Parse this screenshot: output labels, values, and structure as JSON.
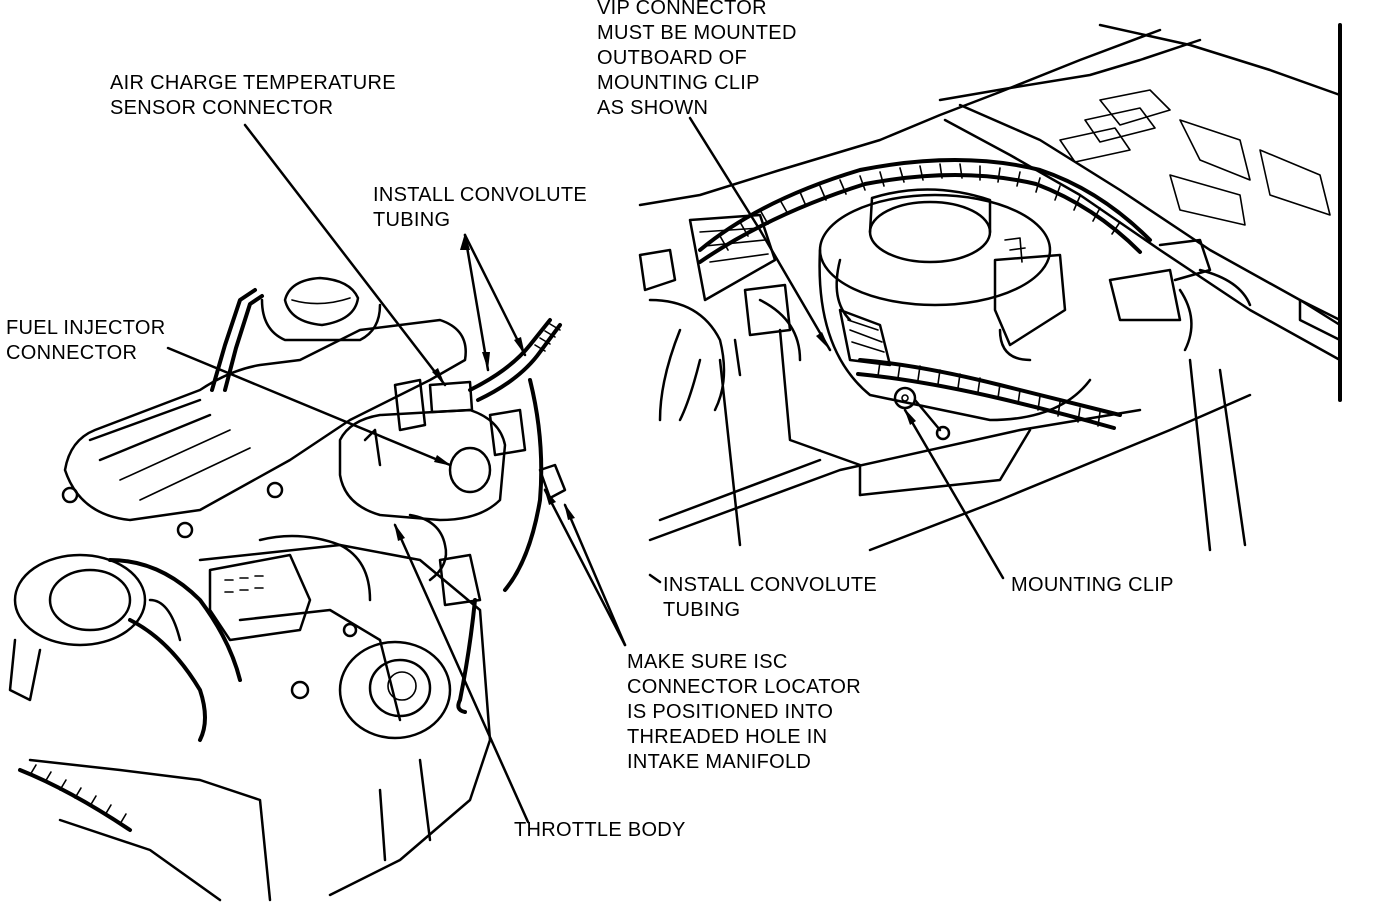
{
  "labels": {
    "vip_connector": "VIP CONNECTOR\nMUST BE MOUNTED\nOUTBOARD OF\nMOUNTING CLIP\nAS SHOWN",
    "air_charge": "AIR CHARGE TEMPERATURE\nSENSOR CONNECTOR",
    "install_convolute_top": "INSTALL CONVOLUTE\nTUBING",
    "fuel_injector": "FUEL INJECTOR\nCONNECTOR",
    "install_convolute_bottom": "INSTALL CONVOLUTE\nTUBING",
    "mounting_clip": "MOUNTING CLIP",
    "isc_connector": "MAKE SURE ISC\nCONNECTOR LOCATOR\nIS POSITIONED INTO\nTHREADED HOLE IN\nINTAKE MANIFOLD",
    "throttle_body": "THROTTLE BODY"
  },
  "colors": {
    "ink": "#000000",
    "paper": "#ffffff"
  }
}
